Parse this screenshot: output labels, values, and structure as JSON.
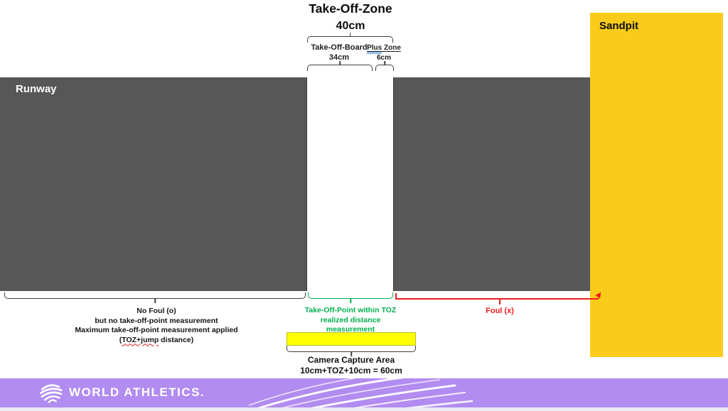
{
  "header": {
    "zone_title": "Take-Off-Zone",
    "zone_width": "40cm",
    "board_label": "Take-Off-Board",
    "board_width": "34cm",
    "plus_zone_word1": "Plus",
    "plus_zone_word2": " Zone",
    "plus_zone_width": "6cm"
  },
  "areas": {
    "runway_label": "Runway",
    "sandpit_label": "Sandpit"
  },
  "annotations": {
    "no_foul": {
      "line1": "No Foul (o)",
      "line2": "but no take-off-point measurement",
      "line3": "Maximum take-off-point measurement applied",
      "line4_open": "(",
      "line4_wavy": "TOZ+jump",
      "line4_rest": " distance)"
    },
    "toz_measurement": {
      "line1": "Take-Off-Point within TOZ",
      "line2": "realized distance",
      "line3": "measurement"
    },
    "foul_label": "Foul (x)",
    "camera": {
      "line1": "Camera Capture Area",
      "line2": "10cm+TOZ+10cm = 60cm"
    }
  },
  "footer": {
    "brand": "WORLD ATHLETICS."
  },
  "colors": {
    "runway_gray": "#575757",
    "sandpit_gold": "#F9CB1B",
    "camera_highlight": "#FFFF00",
    "measurement_green": "#00B050",
    "foul_red": "#EE1C1C",
    "footer_purple": "#B28CF0"
  }
}
